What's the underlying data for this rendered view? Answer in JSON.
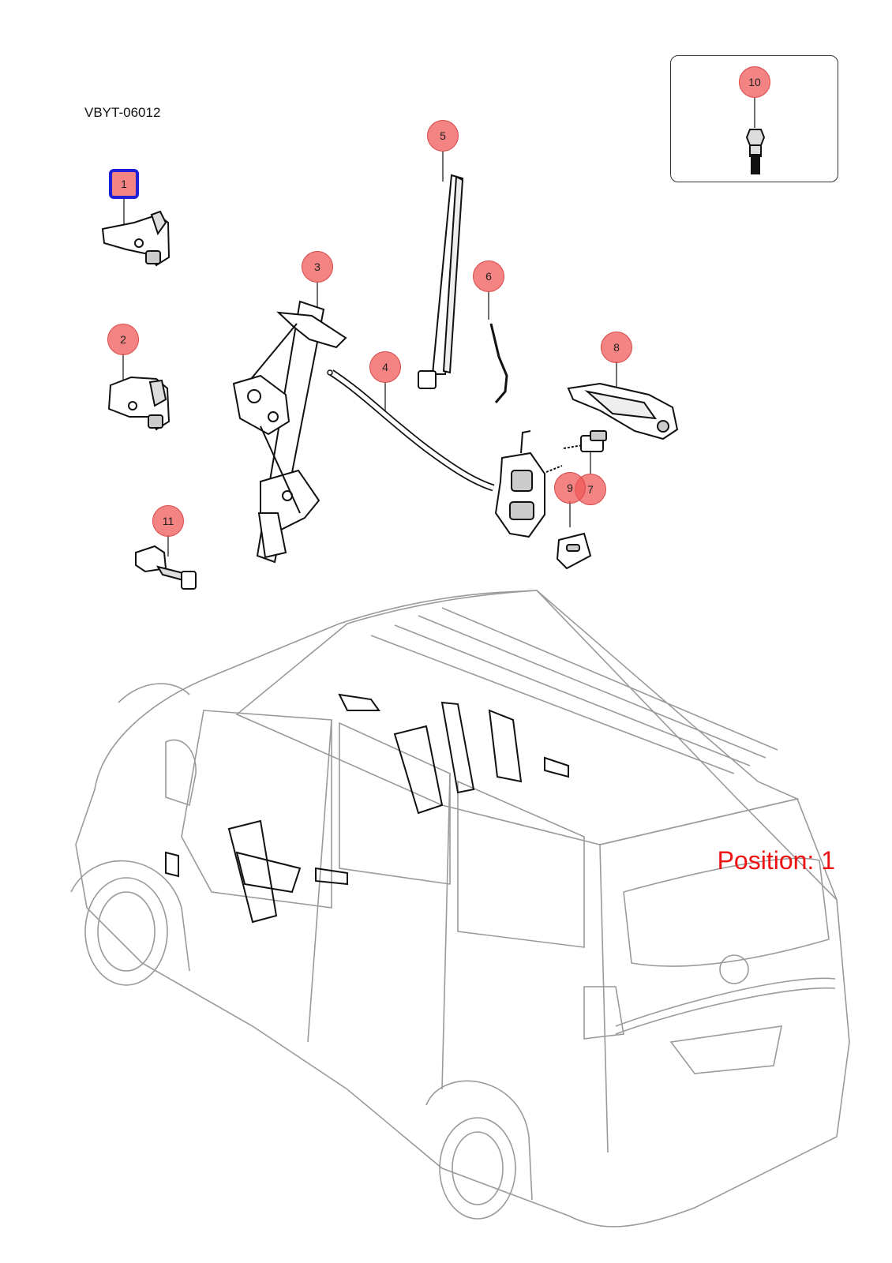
{
  "diagram": {
    "drawing_code": "VBYT-06012",
    "position_label": "Position: 1",
    "selected_callout": "1",
    "callouts": [
      {
        "id": "1",
        "label": "1"
      },
      {
        "id": "2",
        "label": "2"
      },
      {
        "id": "3",
        "label": "3"
      },
      {
        "id": "4",
        "label": "4"
      },
      {
        "id": "5",
        "label": "5"
      },
      {
        "id": "6",
        "label": "6"
      },
      {
        "id": "7",
        "label": "7"
      },
      {
        "id": "8",
        "label": "8"
      },
      {
        "id": "9",
        "label": "9"
      },
      {
        "id": "10",
        "label": "10"
      },
      {
        "id": "11",
        "label": "11"
      }
    ],
    "colors": {
      "callout_fill": "#f05a5a",
      "selected_border": "#1f1fd6",
      "position_text": "#ee1111",
      "van_outline": "#9a9a9a"
    }
  }
}
